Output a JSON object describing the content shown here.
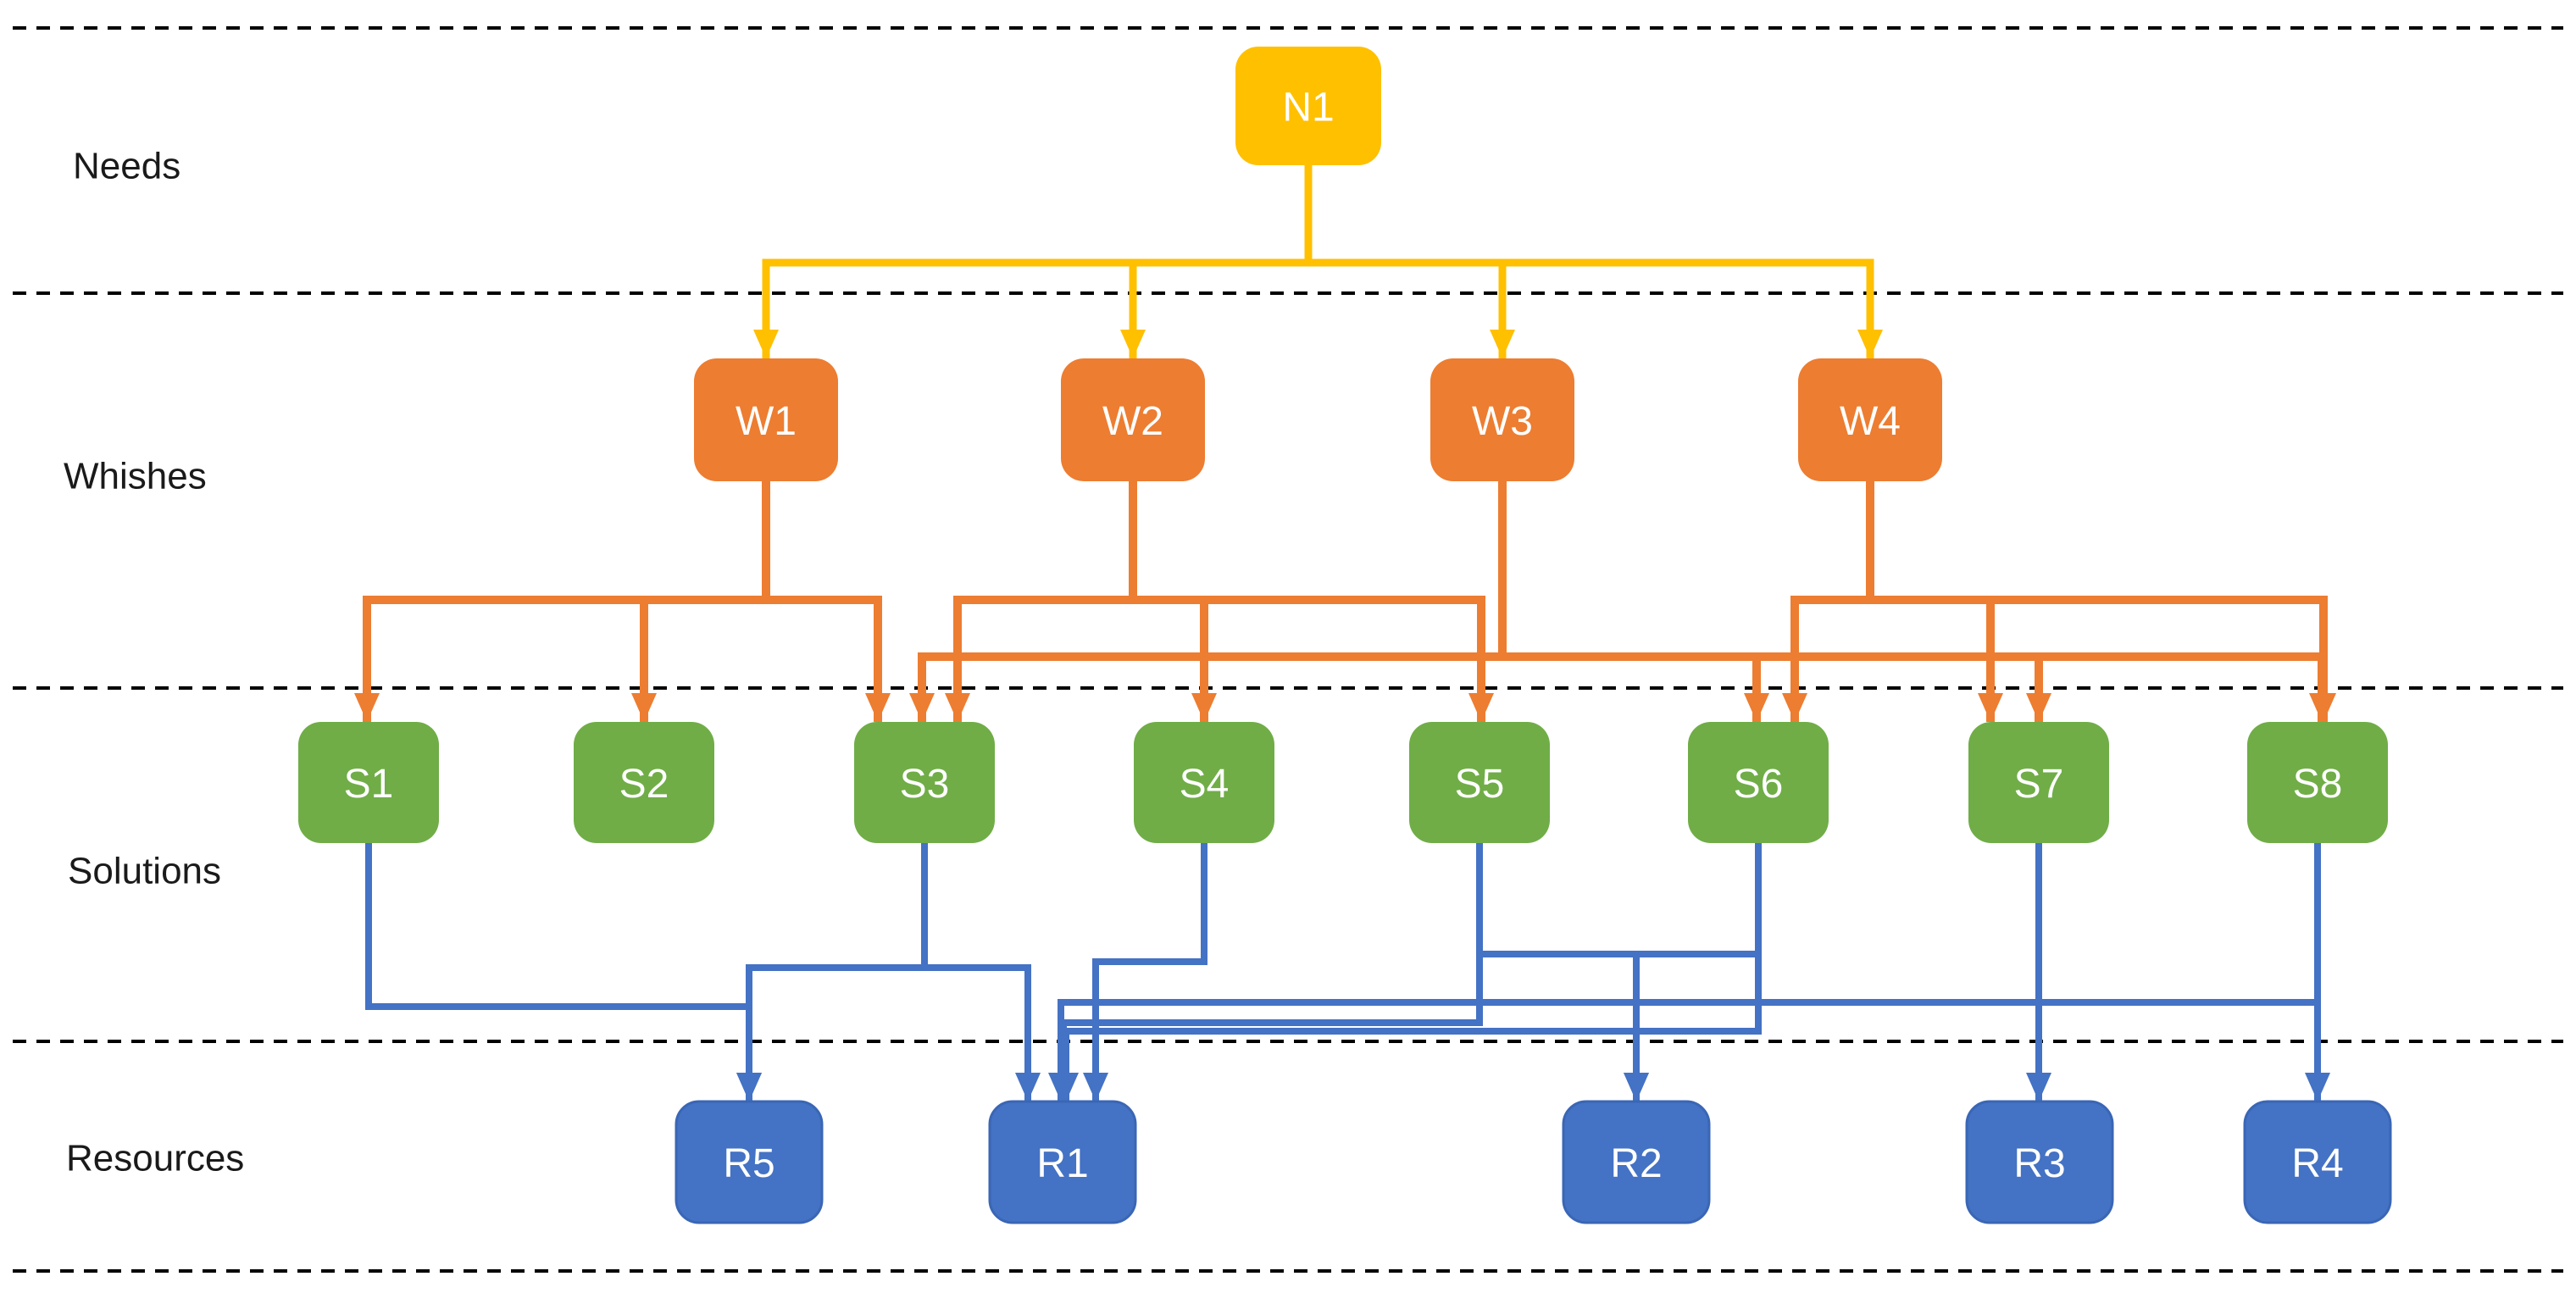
{
  "diagram": {
    "rows": [
      {
        "id": "needs",
        "label": "Needs"
      },
      {
        "id": "wishes",
        "label": "Whishes"
      },
      {
        "id": "solutions",
        "label": "Solutions"
      },
      {
        "id": "resources",
        "label": "Resources"
      }
    ],
    "nodes": [
      {
        "id": "N1",
        "label": "N1",
        "row": "needs"
      },
      {
        "id": "W1",
        "label": "W1",
        "row": "wishes"
      },
      {
        "id": "W2",
        "label": "W2",
        "row": "wishes"
      },
      {
        "id": "W3",
        "label": "W3",
        "row": "wishes"
      },
      {
        "id": "W4",
        "label": "W4",
        "row": "wishes"
      },
      {
        "id": "S1",
        "label": "S1",
        "row": "solutions"
      },
      {
        "id": "S2",
        "label": "S2",
        "row": "solutions"
      },
      {
        "id": "S3",
        "label": "S3",
        "row": "solutions"
      },
      {
        "id": "S4",
        "label": "S4",
        "row": "solutions"
      },
      {
        "id": "S5",
        "label": "S5",
        "row": "solutions"
      },
      {
        "id": "S6",
        "label": "S6",
        "row": "solutions"
      },
      {
        "id": "S7",
        "label": "S7",
        "row": "solutions"
      },
      {
        "id": "S8",
        "label": "S8",
        "row": "solutions"
      },
      {
        "id": "R5",
        "label": "R5",
        "row": "resources"
      },
      {
        "id": "R1",
        "label": "R1",
        "row": "resources"
      },
      {
        "id": "R2",
        "label": "R2",
        "row": "resources"
      },
      {
        "id": "R3",
        "label": "R3",
        "row": "resources"
      },
      {
        "id": "R4",
        "label": "R4",
        "row": "resources"
      }
    ],
    "edges": [
      {
        "from": "N1",
        "to": "W1"
      },
      {
        "from": "N1",
        "to": "W2"
      },
      {
        "from": "N1",
        "to": "W3"
      },
      {
        "from": "N1",
        "to": "W4"
      },
      {
        "from": "W1",
        "to": "S1"
      },
      {
        "from": "W1",
        "to": "S2"
      },
      {
        "from": "W1",
        "to": "S3"
      },
      {
        "from": "W2",
        "to": "S3"
      },
      {
        "from": "W2",
        "to": "S4"
      },
      {
        "from": "W2",
        "to": "S5"
      },
      {
        "from": "W3",
        "to": "S3"
      },
      {
        "from": "W3",
        "to": "S6"
      },
      {
        "from": "W3",
        "to": "S7"
      },
      {
        "from": "W3",
        "to": "S8"
      },
      {
        "from": "W4",
        "to": "S6"
      },
      {
        "from": "W4",
        "to": "S7"
      },
      {
        "from": "W4",
        "to": "S8"
      },
      {
        "from": "S1",
        "to": "R5"
      },
      {
        "from": "S3",
        "to": "R5"
      },
      {
        "from": "S3",
        "to": "R1"
      },
      {
        "from": "S4",
        "to": "R1"
      },
      {
        "from": "S5",
        "to": "R2"
      },
      {
        "from": "S6",
        "to": "R2"
      },
      {
        "from": "S8",
        "to": "R1"
      },
      {
        "from": "S5",
        "to": "R1"
      },
      {
        "from": "S6",
        "to": "R1"
      },
      {
        "from": "S7",
        "to": "R3"
      },
      {
        "from": "S8",
        "to": "R4"
      }
    ],
    "colors": {
      "node_fill": {
        "needs": "#FFC000",
        "wishes": "#ED7D31",
        "solutions": "#70AD47",
        "resources": "#4472C4"
      },
      "resource_node_border": "#3A66B5",
      "connector": {
        "needs": "#FFC000",
        "wishes": "#ED7D31",
        "solutions": "#4472C4"
      },
      "separator": "#000000",
      "row_label_text": "#1a1a1a",
      "node_text": "#FFFFFF"
    }
  }
}
